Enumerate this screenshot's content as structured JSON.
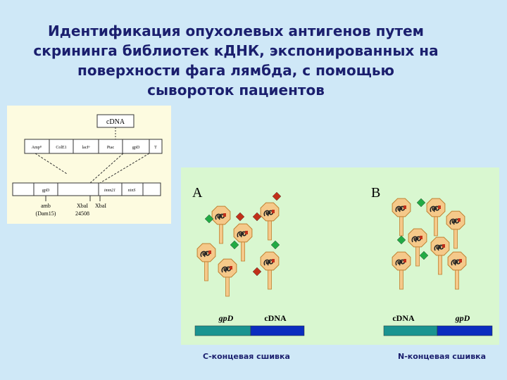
{
  "slide": {
    "title_lines": [
      "Идентификация опухолевых антигенов путем",
      "скрининга библиотек кДНК, экспонированных на",
      "поверхности фага лямбда, с помощью",
      "сывороток пациентов"
    ]
  },
  "diagram_left": {
    "insert_label": "cDNA",
    "plasmid_segments": [
      "Ampᴿ",
      "ColE1",
      "lacIᵠ",
      "Ptac",
      "gpD",
      "T"
    ],
    "phage_segments": [
      "gpD",
      "imm21",
      "ninS"
    ],
    "annotations": {
      "amb": "amb",
      "dam": "(Dam15)",
      "xbai_1": "XbaI",
      "xbai_2": "XbaI",
      "pos": "24508"
    }
  },
  "diagram_right": {
    "panel_a_label": "A",
    "panel_b_label": "B",
    "bar_a": {
      "left_label": "gpD",
      "right_label": "cDNA",
      "left_color": "#1a9490",
      "right_color": "#0b2dbf"
    },
    "bar_b": {
      "left_label": "cDNA",
      "right_label": "gpD",
      "left_color": "#1a9490",
      "right_color": "#0b2dbf"
    },
    "protein_colors": {
      "head": "#f5c98a",
      "head_border": "#c08030",
      "green": "#22aa44",
      "red": "#c0301a"
    }
  },
  "captions": {
    "c_term": "С-концевая сшивка",
    "n_term": "N-концевая сшивка"
  }
}
